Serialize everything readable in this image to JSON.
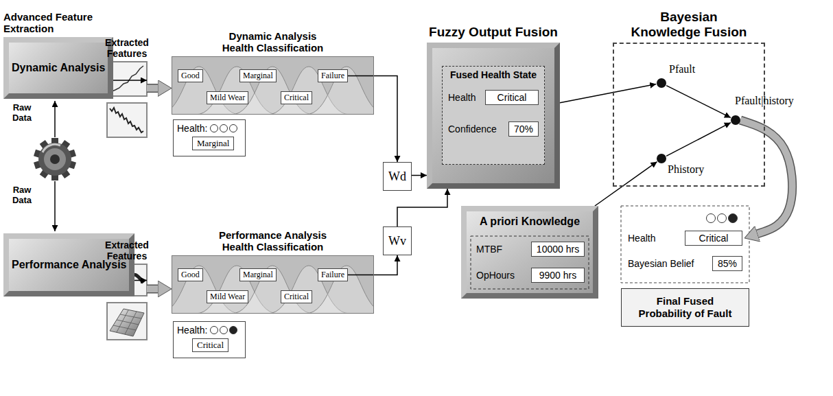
{
  "diagram": {
    "nodes": [
      {
        "text": [
          "Advanced Feature Extraction",
          "Dynamic Analysis"
        ]
      },
      {
        "text": [
          "Performance Analysis"
        ]
      },
      {
        "text": [
          "Extracted Features"
        ]
      },
      {
        "text": [
          "Extracted Features"
        ]
      },
      {
        "text": [
          "Dynamic Analysis Health Classification"
        ]
      },
      {
        "text": [
          "Good"
        ],
        "in": 4
      },
      {
        "text": [
          "Marginal"
        ],
        "in": 4
      },
      {
        "text": [
          "Failure"
        ],
        "in": 4
      },
      {
        "text": [
          "Mild Wear"
        ],
        "in": 4
      },
      {
        "text": [
          "Critical"
        ],
        "in": 4
      },
      {
        "text": [
          "Health:",
          "Marginal"
        ]
      },
      {
        "text": [
          "Performance Analysis Health Classification"
        ]
      },
      {
        "text": [
          "Good"
        ],
        "in": 11
      },
      {
        "text": [
          "Marginal"
        ],
        "in": 11
      },
      {
        "text": [
          "Failure"
        ],
        "in": 11
      },
      {
        "text": [
          "Mild Wear"
        ],
        "in": 11
      },
      {
        "text": [
          "Critical"
        ],
        "in": 11
      },
      {
        "text": [
          "Health:",
          "Critical"
        ]
      },
      {
        "text": [
          "Wd"
        ]
      },
      {
        "text": [
          "Wv"
        ]
      },
      {
        "text": [
          "Fuzzy Output Fusion"
        ]
      },
      {
        "text": [
          "Fused Health State"
        ],
        "in": 20
      },
      {
        "text": [
          "Health",
          "Critical"
        ],
        "in": 21
      },
      {
        "text": [
          "Confidence",
          "70%"
        ],
        "in": 21
      },
      {
        "text": [
          "Bayesian Knowledge Fusion"
        ]
      },
      {
        "text": [
          "Pfault"
        ],
        "in": 24
      },
      {
        "text": [
          "Pfault|history"
        ],
        "in": 24
      },
      {
        "text": [
          "Phistory"
        ],
        "in": 24
      },
      {
        "text": [
          "A priori Knowledge"
        ]
      },
      {
        "text": [
          "MTBF",
          "10000 hrs"
        ],
        "in": 28
      },
      {
        "text": [
          "OpHours",
          "9900 hrs"
        ],
        "in": 28
      },
      {
        "text": [
          "Health",
          "Critical"
        ]
      },
      {
        "text": [
          "Bayesian Belief",
          "85%"
        ]
      },
      {
        "text": [
          "Final Fused Probability of Fault"
        ]
      }
    ],
    "edges": [
      {
        "from": 0,
        "to": 2,
        "arrow": "to"
      },
      {
        "from": 1,
        "to": 3,
        "arrow": "to"
      },
      {
        "from": 2,
        "to": 4,
        "arrow": "to"
      },
      {
        "from": 3,
        "to": 11,
        "arrow": "to"
      },
      {
        "from": 7,
        "to": 18,
        "arrow": "to"
      },
      {
        "from": 14,
        "to": 19,
        "arrow": "to"
      },
      {
        "from": 18,
        "to": 20,
        "arrow": "to"
      },
      {
        "from": 19,
        "to": 20,
        "arrow": "to"
      },
      {
        "from": 20,
        "to": 25,
        "arrow": "to"
      },
      {
        "from": 25,
        "to": 26,
        "arrow": "to"
      },
      {
        "from": 27,
        "to": 26,
        "arrow": "to"
      },
      {
        "from": 28,
        "to": 27,
        "arrow": "to"
      },
      {
        "from": 26,
        "to": 31,
        "arrow": "to"
      }
    ],
    "labels": [
      "Raw Data",
      "Raw Data"
    ]
  }
}
